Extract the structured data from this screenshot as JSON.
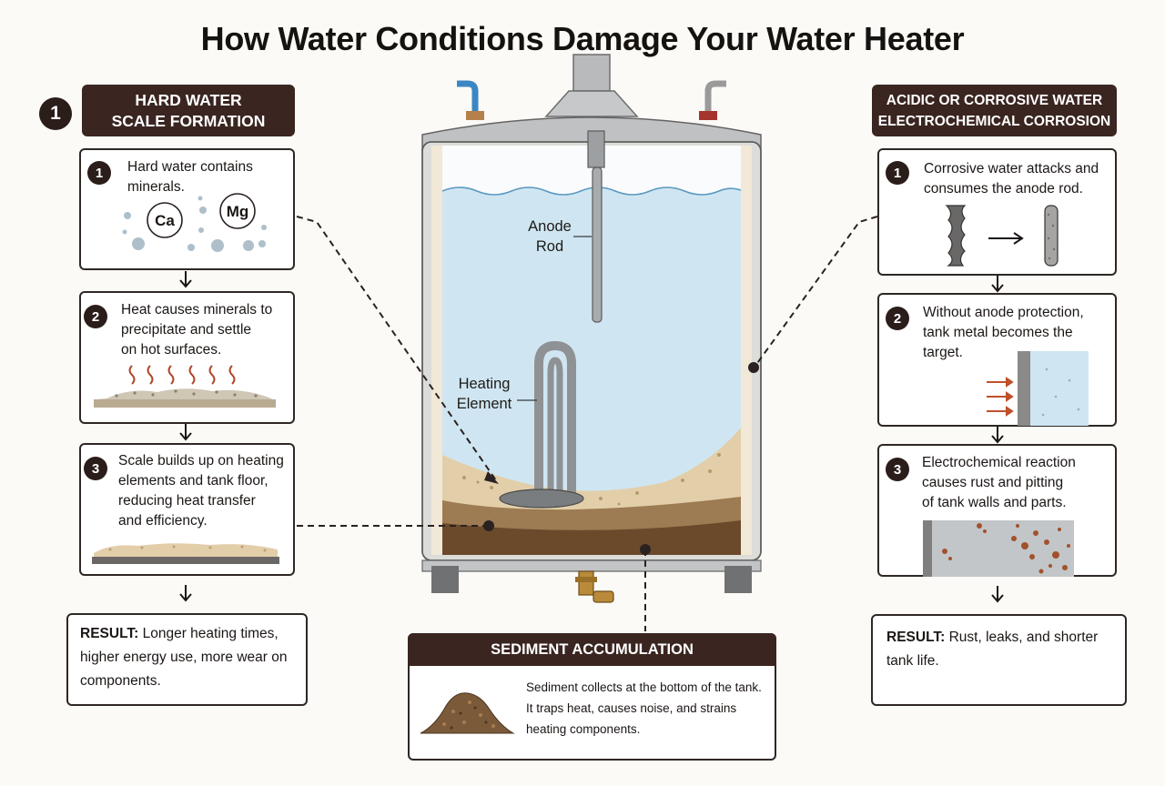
{
  "title": "How Water Conditions Damage Your Water Heater",
  "left": {
    "number": "1",
    "header_line1": "HARD WATER",
    "header_line2": "SCALE FORMATION",
    "steps": [
      {
        "number": "1",
        "text": "Hard water contains\nminerals."
      },
      {
        "number": "2",
        "text": "Heat causes minerals to\nprecipitate and settle\non hot surfaces."
      },
      {
        "number": "3",
        "text": "Scale builds up on heating\nelements and tank floor,\nreducing heat transfer\nand efficiency."
      }
    ],
    "minerals": [
      "Ca",
      "Mg"
    ],
    "result_label": "RESULT:",
    "result_text": "Longer heating times, higher energy use, more wear on components."
  },
  "right": {
    "header_line1": "ACIDIC OR CORROSIVE WATER",
    "header_line2": "ELECTROCHEMICAL CORROSION",
    "steps": [
      {
        "number": "1",
        "text": "Corrosive water attacks and\nconsumes the anode rod."
      },
      {
        "number": "2",
        "text": "Without anode protection,\ntank metal becomes the\ntarget."
      },
      {
        "number": "3",
        "text": "Electrochemical reaction\ncauses rust and pitting\nof tank walls and parts."
      }
    ],
    "result_label": "RESULT:",
    "result_text": "Rust, leaks, and shorter tank life."
  },
  "tank": {
    "anode_label_1": "Anode",
    "anode_label_2": "Rod",
    "element_label_1": "Heating",
    "element_label_2": "Element"
  },
  "sediment": {
    "header": "SEDIMENT ACCUMULATION",
    "text": "Sediment collects at the bottom of the tank.\nIt traps heat, causes noise, and strains\nheating components."
  },
  "colors": {
    "header_bg": "#3a2520",
    "water": "#cfe6f2",
    "sediment": "#d8c39d",
    "rust": "#a0522d",
    "arrow_red": "#c0502a"
  }
}
